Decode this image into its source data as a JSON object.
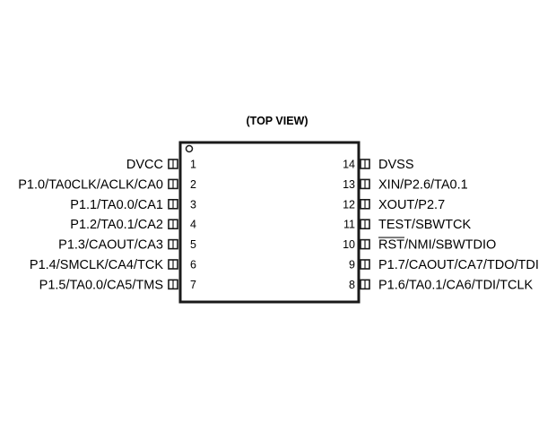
{
  "view_label": "(TOP VIEW)",
  "package": {
    "outline_color": "#1a1a1a",
    "pin1_marker": "pin-1-indicator-circle"
  },
  "left_pins": [
    {
      "number": "1",
      "name": "DVCC"
    },
    {
      "number": "2",
      "name": "P1.0/TA0CLK/ACLK/CA0"
    },
    {
      "number": "3",
      "name": "P1.1/TA0.0/CA1"
    },
    {
      "number": "4",
      "name": "P1.2/TA0.1/CA2"
    },
    {
      "number": "5",
      "name": "P1.3/CAOUT/CA3"
    },
    {
      "number": "6",
      "name": "P1.4/SMCLK/CA4/TCK"
    },
    {
      "number": "7",
      "name": "P1.5/TA0.0/CA5/TMS"
    }
  ],
  "right_pins": [
    {
      "number": "14",
      "name": "DVSS"
    },
    {
      "number": "13",
      "name": "XIN/P2.6/TA0.1"
    },
    {
      "number": "12",
      "name": "XOUT/P2.7"
    },
    {
      "number": "11",
      "name": "TEST/SBWTCK"
    },
    {
      "number": "10",
      "name": "RST/NMI/SBWTDIO",
      "overline_part": "RST"
    },
    {
      "number": "9",
      "name": "P1.7/CAOUT/CA7/TDO/TDI"
    },
    {
      "number": "8",
      "name": "P1.6/TA0.1/CA6/TDI/TCLK"
    }
  ]
}
